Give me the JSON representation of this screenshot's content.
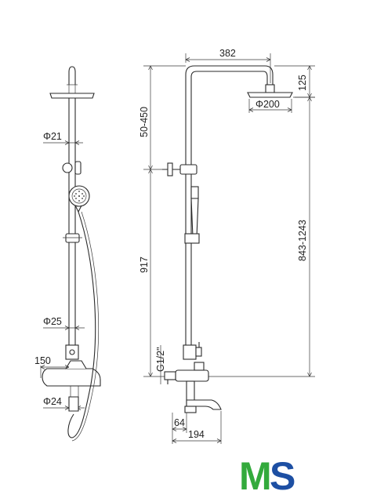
{
  "dimensions": {
    "left_view": {
      "phi21": "Φ21",
      "phi25": "Φ25",
      "d150": "150",
      "phi24": "Φ24"
    },
    "right_view": {
      "d382": "382",
      "d125": "125",
      "phi200": "Φ200",
      "d50_450": "50-450",
      "d917": "917",
      "d843_1243": "843-1243",
      "g12": "G1/2\"",
      "d64": "64",
      "d194": "194"
    }
  },
  "logo": {
    "letter_m": "M",
    "letter_s": "S",
    "colors": {
      "m": "#33aa3c",
      "s": "#1d4fa3"
    }
  }
}
